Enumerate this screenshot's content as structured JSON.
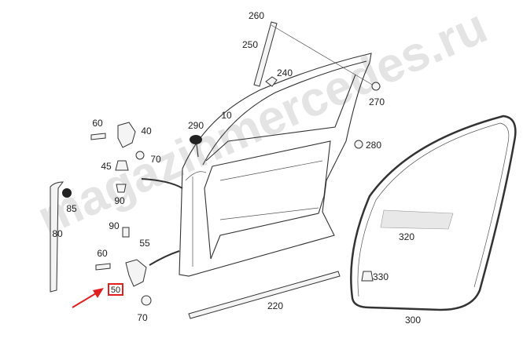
{
  "watermark": "magazinmercedes.ru",
  "highlight_color": "#e02020",
  "arrow_color": "#e02020",
  "labels": {
    "p260": "260",
    "p250": "250",
    "p240": "240",
    "p270": "270",
    "p10": "10",
    "p290": "290",
    "p60a": "60",
    "p40": "40",
    "p280": "280",
    "p70a": "70",
    "p45": "45",
    "p90a": "90",
    "p85": "85",
    "p90b": "90",
    "p80": "80",
    "p55": "55",
    "p320": "320",
    "p60b": "60",
    "p330": "330",
    "p50": "50",
    "p70b": "70",
    "p220": "220",
    "p300": "300"
  }
}
